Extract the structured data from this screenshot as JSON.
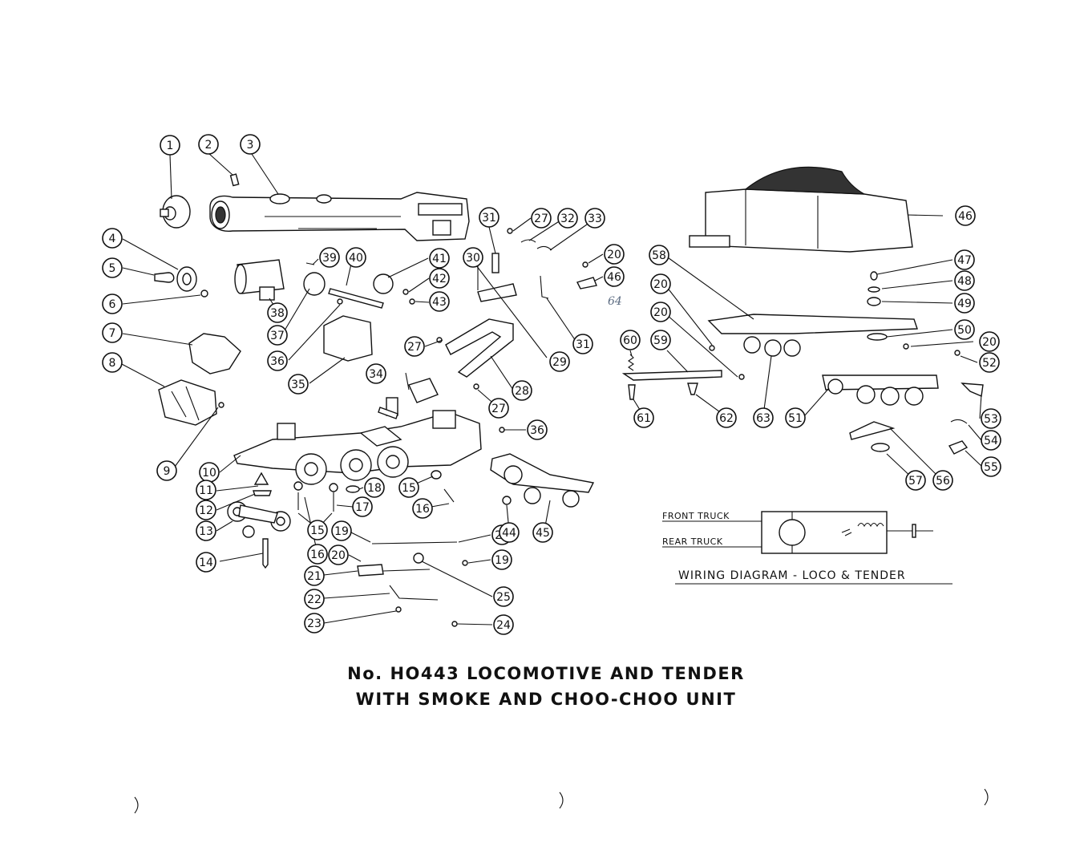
{
  "title": {
    "line1": "No. HO443 LOCOMOTIVE AND TENDER",
    "line2": "WITH SMOKE AND CHOO-CHOO UNIT"
  },
  "wiring_diagram": {
    "title": "WIRING DIAGRAM - LOCO & TENDER",
    "front_truck": "FRONT TRUCK",
    "rear_truck": "REAR TRUCK"
  },
  "handwritten_note": "64",
  "callouts": [
    "1",
    "2",
    "3",
    "4",
    "5",
    "6",
    "7",
    "8",
    "9",
    "10",
    "11",
    "12",
    "13",
    "14",
    "15",
    "15",
    "16",
    "16",
    "17",
    "18",
    "19",
    "19",
    "20",
    "20",
    "20",
    "20",
    "20",
    "21",
    "22",
    "23",
    "24",
    "25",
    "26",
    "27",
    "27",
    "27",
    "28",
    "29",
    "30",
    "31",
    "31",
    "32",
    "33",
    "34",
    "35",
    "36",
    "36",
    "37",
    "38",
    "39",
    "40",
    "41",
    "42",
    "43",
    "44",
    "45",
    "46",
    "46",
    "47",
    "48",
    "49",
    "50",
    "51",
    "52",
    "53",
    "54",
    "55",
    "56",
    "57",
    "58",
    "59",
    "60",
    "61",
    "62",
    "63"
  ]
}
